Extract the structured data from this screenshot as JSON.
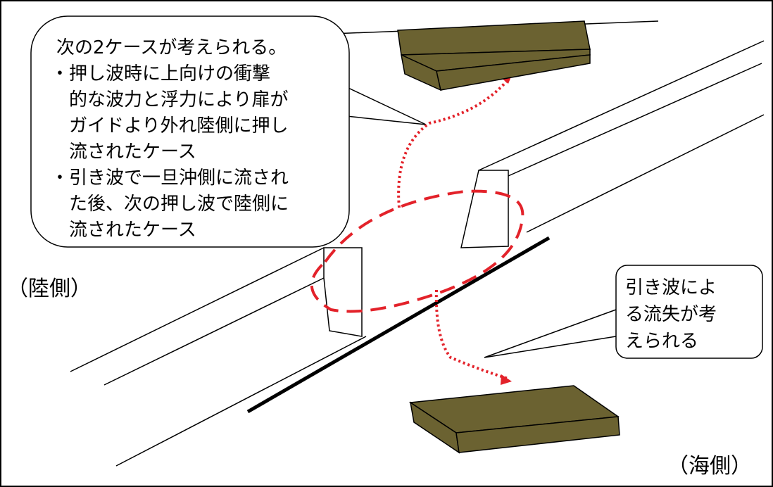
{
  "labels": {
    "land_side": "（陸側）",
    "sea_side": "（海側）"
  },
  "callout_main": {
    "lines": [
      "次の2ケースが考えられる。",
      "・押し波時に上向けの衝撃",
      "　的な波力と浮力により扉が",
      "　ガイドより外れ陸側に押し",
      "　流されたケース",
      "・引き波で一旦沖側に流され",
      "　た後、次の押し波で陸側に",
      "　流されたケース"
    ]
  },
  "callout_small": {
    "lines": [
      "引き波によ",
      "る流失が考",
      "えられる"
    ]
  },
  "colors": {
    "door_fill": "#6b6231",
    "dashed_red": "#e3222a",
    "dotted_red": "#e3222a",
    "line": "#000000",
    "background": "#ffffff"
  }
}
